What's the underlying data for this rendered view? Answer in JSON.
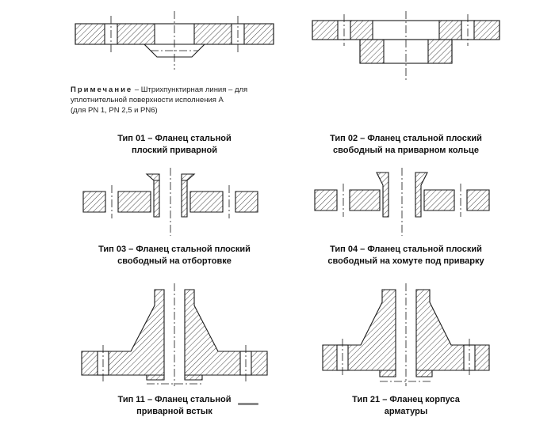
{
  "note": {
    "label": "Примечание",
    "line1_rest": "– Штрихпунктирная линия – для",
    "line2": "уплотнительной поверхности исполнения А",
    "line3": "(для PN 1, PN 2,5 и PN6)"
  },
  "figures": [
    {
      "id": "type-01",
      "caption_line1": "Тип 01 – Фланец стальной",
      "caption_line2": "плоский приварной"
    },
    {
      "id": "type-02",
      "caption_line1": "Тип 02 – Фланец стальной плоский",
      "caption_line2": "свободный на приварном кольце"
    },
    {
      "id": "type-03",
      "caption_line1": "Тип 03 – Фланец стальной плоский",
      "caption_line2": "свободный на отбортовке"
    },
    {
      "id": "type-04",
      "caption_line1": "Тип 04 – Фланец стальной плоский",
      "caption_line2": "свободный на хомуте под приварку"
    },
    {
      "id": "type-11",
      "caption_line1": "Тип 11 – Фланец стальной",
      "caption_line2": "приварной встык"
    },
    {
      "id": "type-21",
      "caption_line1": "Тип 21 – Фланец корпуса",
      "caption_line2": "арматуры"
    }
  ],
  "colors": {
    "ink": "#1a1a1a",
    "background": "#ffffff"
  }
}
